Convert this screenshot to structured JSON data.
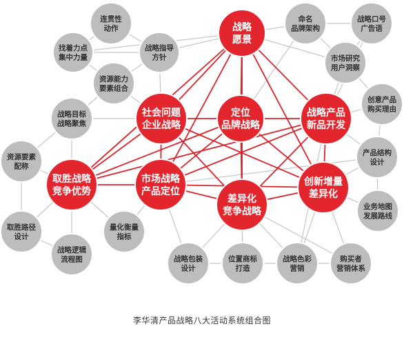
{
  "caption": "李华清产品战略八大活动系统组合图",
  "colors": {
    "red": "#e3262e",
    "gray": "#bdbdbd",
    "red_edge": "#d9232b",
    "gray_edge": "#c6c6c6",
    "red_text": "#ffffff",
    "gray_text": "#333333"
  },
  "nodes": [
    {
      "id": "zlyj",
      "lines": [
        "战略",
        "愿景"
      ],
      "kind": "red"
    },
    {
      "id": "shwt",
      "lines": [
        "社会问题",
        "企业战略"
      ],
      "kind": "red"
    },
    {
      "id": "dwpp",
      "lines": [
        "定位",
        "品牌战略"
      ],
      "kind": "red"
    },
    {
      "id": "zlcp",
      "lines": [
        "战略产品",
        "新品开发"
      ],
      "kind": "red"
    },
    {
      "id": "qszl",
      "lines": [
        "取胜战略",
        "竞争优势"
      ],
      "kind": "red"
    },
    {
      "id": "sczl",
      "lines": [
        "市场战略",
        "产品定位"
      ],
      "kind": "red"
    },
    {
      "id": "cyh",
      "lines": [
        "差异化",
        "竞争战略"
      ],
      "kind": "red"
    },
    {
      "id": "cxzl",
      "lines": [
        "创新增量",
        "差异化"
      ],
      "kind": "red"
    },
    {
      "id": "lgx",
      "lines": [
        "连贯性",
        "动作"
      ],
      "kind": "gray"
    },
    {
      "id": "zzld",
      "lines": [
        "找着力点",
        "集中力量"
      ],
      "kind": "gray"
    },
    {
      "id": "zlzd",
      "lines": [
        "战略指导",
        "方针"
      ],
      "kind": "gray"
    },
    {
      "id": "zynl",
      "lines": [
        "资源能力",
        "要素组合"
      ],
      "kind": "gray"
    },
    {
      "id": "zlmb",
      "lines": [
        "战略目标",
        "战略聚焦"
      ],
      "kind": "gray"
    },
    {
      "id": "zyys",
      "lines": [
        "资源要素",
        "配称"
      ],
      "kind": "gray"
    },
    {
      "id": "qslj",
      "lines": [
        "取胜路径",
        "设计"
      ],
      "kind": "gray"
    },
    {
      "id": "zlljlc",
      "lines": [
        "战略逻辑",
        "流程图"
      ],
      "kind": "gray"
    },
    {
      "id": "lhhl",
      "lines": [
        "量化衡量",
        "指标"
      ],
      "kind": "gray"
    },
    {
      "id": "mmpp",
      "lines": [
        "命名",
        "品牌架构"
      ],
      "kind": "gray"
    },
    {
      "id": "zlkh",
      "lines": [
        "战略口号",
        "广告语"
      ],
      "kind": "gray"
    },
    {
      "id": "scyj",
      "lines": [
        "市场研究",
        "用户洞察"
      ],
      "kind": "gray"
    },
    {
      "id": "cycp",
      "lines": [
        "创意产品",
        "购买理由"
      ],
      "kind": "gray"
    },
    {
      "id": "cpjg",
      "lines": [
        "产品结构",
        "设计"
      ],
      "kind": "gray"
    },
    {
      "id": "ywdt",
      "lines": [
        "业务地图",
        "发展路线"
      ],
      "kind": "gray"
    },
    {
      "id": "zlbz",
      "lines": [
        "战略包装",
        "设计"
      ],
      "kind": "gray"
    },
    {
      "id": "wzsb",
      "lines": [
        "位置商标",
        "打造"
      ],
      "kind": "gray"
    },
    {
      "id": "zlsc",
      "lines": [
        "战略色彩",
        "营销"
      ],
      "kind": "gray"
    },
    {
      "id": "gmz",
      "lines": [
        "购买者",
        "营销体系"
      ],
      "kind": "gray"
    }
  ]
}
